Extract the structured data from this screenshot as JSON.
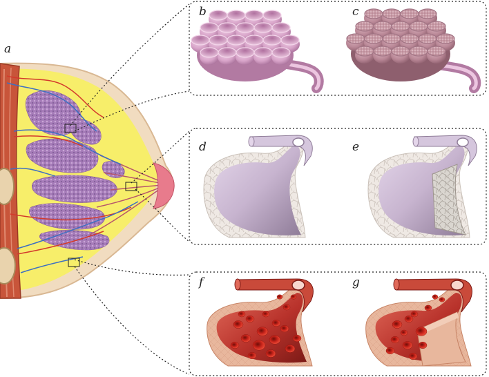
{
  "labels": {
    "a": "a",
    "b": "b",
    "c": "c",
    "d": "d",
    "e": "e",
    "f": "f",
    "g": "g"
  },
  "colors": {
    "adipose_yellow": "#f7ee6a",
    "lobule_purple": "#a57bb8",
    "skin_tan": "#f1dcc0",
    "muscle_red": "#c8553a",
    "artery_red": "#d33a2c",
    "vein_blue": "#3d6fc2",
    "acini_pink": "#d7a3c8",
    "acini_mauve": "#b98796",
    "duct_lilac": "#c7b4cf",
    "vessel_red": "#b8322b",
    "rbc_red": "#c8241b",
    "tissue_peach": "#e8b79d",
    "callout_border": "#222222"
  },
  "icons": [
    "acini-cluster",
    "acini-cluster-filled",
    "duct-section",
    "duct-section-filled",
    "vessel-section",
    "vessel-section-filled"
  ]
}
